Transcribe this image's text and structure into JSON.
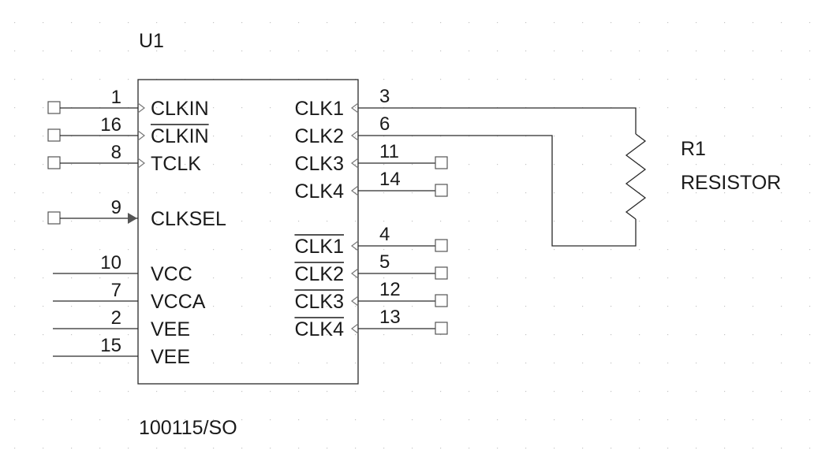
{
  "component": {
    "refdes": "U1",
    "part": "100115/SO",
    "left_pins": [
      {
        "num": "1",
        "name": "CLKIN",
        "overbar": false,
        "symbol": "clock-input",
        "terminal": true
      },
      {
        "num": "16",
        "name": "CLKIN",
        "overbar": true,
        "symbol": "clock-input",
        "terminal": true
      },
      {
        "num": "8",
        "name": "TCLK",
        "overbar": false,
        "symbol": "clock-input",
        "terminal": true
      },
      {
        "num": "9",
        "name": "CLKSEL",
        "overbar": false,
        "symbol": "input-arrow",
        "terminal": true
      },
      {
        "num": "10",
        "name": "VCC",
        "overbar": false,
        "symbol": "power",
        "terminal": false
      },
      {
        "num": "7",
        "name": "VCCA",
        "overbar": false,
        "symbol": "power",
        "terminal": false
      },
      {
        "num": "2",
        "name": "VEE",
        "overbar": false,
        "symbol": "power",
        "terminal": false
      },
      {
        "num": "15",
        "name": "VEE",
        "overbar": false,
        "symbol": "power",
        "terminal": false
      }
    ],
    "right_pins": [
      {
        "num": "3",
        "name": "CLK1",
        "overbar": false,
        "net": "to-R1-top"
      },
      {
        "num": "6",
        "name": "CLK2",
        "overbar": false,
        "net": "to-R1-bottom"
      },
      {
        "num": "11",
        "name": "CLK3",
        "overbar": false,
        "net": "terminal"
      },
      {
        "num": "14",
        "name": "CLK4",
        "overbar": false,
        "net": "terminal"
      },
      {
        "num": "4",
        "name": "CLK1",
        "overbar": true,
        "net": "terminal"
      },
      {
        "num": "5",
        "name": "CLK2",
        "overbar": true,
        "net": "terminal"
      },
      {
        "num": "12",
        "name": "CLK3",
        "overbar": true,
        "net": "terminal"
      },
      {
        "num": "13",
        "name": "CLK4",
        "overbar": true,
        "net": "terminal"
      }
    ]
  },
  "resistor": {
    "refdes": "R1",
    "value": "RESISTOR"
  },
  "colors": {
    "wire": "#2a2a2a",
    "grid_dot": "#c4c4c4",
    "background": "#ffffff"
  }
}
